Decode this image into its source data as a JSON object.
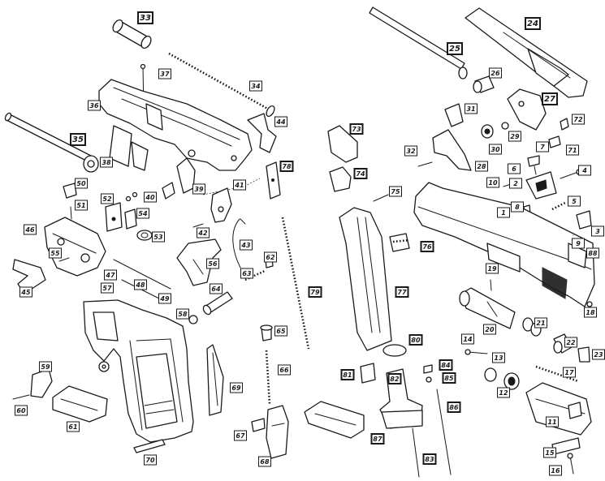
{
  "diagram": {
    "parts": [
      "1",
      "2",
      "3",
      "4",
      "5",
      "6",
      "7",
      "8",
      "9",
      "10",
      "11",
      "12",
      "13",
      "14",
      "15",
      "16",
      "17",
      "18",
      "19",
      "20",
      "21",
      "22",
      "23",
      "24",
      "25",
      "26",
      "27",
      "28",
      "29",
      "30",
      "31",
      "32",
      "33",
      "34",
      "35",
      "36",
      "37",
      "38",
      "39",
      "40",
      "41",
      "42",
      "43",
      "44",
      "45",
      "46",
      "47",
      "48",
      "49",
      "50",
      "51",
      "52",
      "53",
      "54",
      "55",
      "56",
      "57",
      "58",
      "59",
      "60",
      "61",
      "62",
      "63",
      "64",
      "65",
      "66",
      "67",
      "68",
      "69",
      "70",
      "71",
      "72",
      "73",
      "74",
      "75",
      "76",
      "77",
      "78",
      "79",
      "80",
      "81",
      "82",
      "83",
      "84",
      "85",
      "86",
      "87",
      "88"
    ]
  },
  "colors": {
    "line": "#1a1a1a",
    "background": "#ffffff"
  }
}
